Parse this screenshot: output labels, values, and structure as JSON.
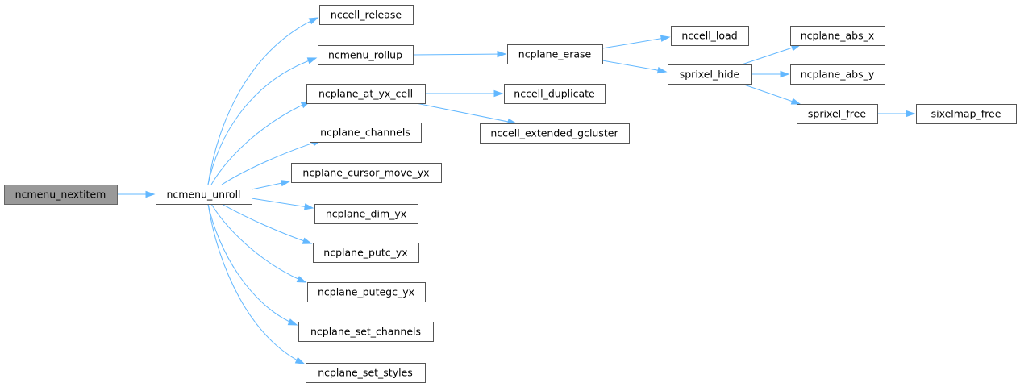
{
  "diagram": {
    "nodes": [
      {
        "id": "ncmenu_nextitem",
        "label": "ncmenu_nextitem",
        "highlight": true
      },
      {
        "id": "ncmenu_unroll",
        "label": "ncmenu_unroll"
      },
      {
        "id": "nccell_release",
        "label": "nccell_release"
      },
      {
        "id": "ncmenu_rollup",
        "label": "ncmenu_rollup"
      },
      {
        "id": "ncplane_at_yx_cell",
        "label": "ncplane_at_yx_cell"
      },
      {
        "id": "ncplane_channels",
        "label": "ncplane_channels"
      },
      {
        "id": "ncplane_cursor_move_yx",
        "label": "ncplane_cursor_move_yx"
      },
      {
        "id": "ncplane_dim_yx",
        "label": "ncplane_dim_yx"
      },
      {
        "id": "ncplane_putc_yx",
        "label": "ncplane_putc_yx"
      },
      {
        "id": "ncplane_putegc_yx",
        "label": "ncplane_putegc_yx"
      },
      {
        "id": "ncplane_set_channels",
        "label": "ncplane_set_channels"
      },
      {
        "id": "ncplane_set_styles",
        "label": "ncplane_set_styles"
      },
      {
        "id": "ncplane_erase",
        "label": "ncplane_erase"
      },
      {
        "id": "nccell_duplicate",
        "label": "nccell_duplicate"
      },
      {
        "id": "nccell_extended_gcluster",
        "label": "nccell_extended_gcluster"
      },
      {
        "id": "nccell_load",
        "label": "nccell_load"
      },
      {
        "id": "sprixel_hide",
        "label": "sprixel_hide"
      },
      {
        "id": "ncplane_abs_x",
        "label": "ncplane_abs_x"
      },
      {
        "id": "ncplane_abs_y",
        "label": "ncplane_abs_y"
      },
      {
        "id": "sprixel_free",
        "label": "sprixel_free"
      },
      {
        "id": "sixelmap_free",
        "label": "sixelmap_free"
      }
    ],
    "edges": [
      {
        "from": "ncmenu_nextitem",
        "to": "ncmenu_unroll"
      },
      {
        "from": "ncmenu_unroll",
        "to": "nccell_release"
      },
      {
        "from": "ncmenu_unroll",
        "to": "ncmenu_rollup"
      },
      {
        "from": "ncmenu_unroll",
        "to": "ncplane_at_yx_cell"
      },
      {
        "from": "ncmenu_unroll",
        "to": "ncplane_channels"
      },
      {
        "from": "ncmenu_unroll",
        "to": "ncplane_cursor_move_yx"
      },
      {
        "from": "ncmenu_unroll",
        "to": "ncplane_dim_yx"
      },
      {
        "from": "ncmenu_unroll",
        "to": "ncplane_putc_yx"
      },
      {
        "from": "ncmenu_unroll",
        "to": "ncplane_putegc_yx"
      },
      {
        "from": "ncmenu_unroll",
        "to": "ncplane_set_channels"
      },
      {
        "from": "ncmenu_unroll",
        "to": "ncplane_set_styles"
      },
      {
        "from": "ncmenu_rollup",
        "to": "ncplane_erase"
      },
      {
        "from": "ncplane_at_yx_cell",
        "to": "nccell_duplicate"
      },
      {
        "from": "ncplane_at_yx_cell",
        "to": "nccell_extended_gcluster"
      },
      {
        "from": "ncplane_erase",
        "to": "nccell_load"
      },
      {
        "from": "ncplane_erase",
        "to": "sprixel_hide"
      },
      {
        "from": "sprixel_hide",
        "to": "ncplane_abs_x"
      },
      {
        "from": "sprixel_hide",
        "to": "ncplane_abs_y"
      },
      {
        "from": "sprixel_hide",
        "to": "sprixel_free"
      },
      {
        "from": "sprixel_free",
        "to": "sixelmap_free"
      }
    ]
  }
}
